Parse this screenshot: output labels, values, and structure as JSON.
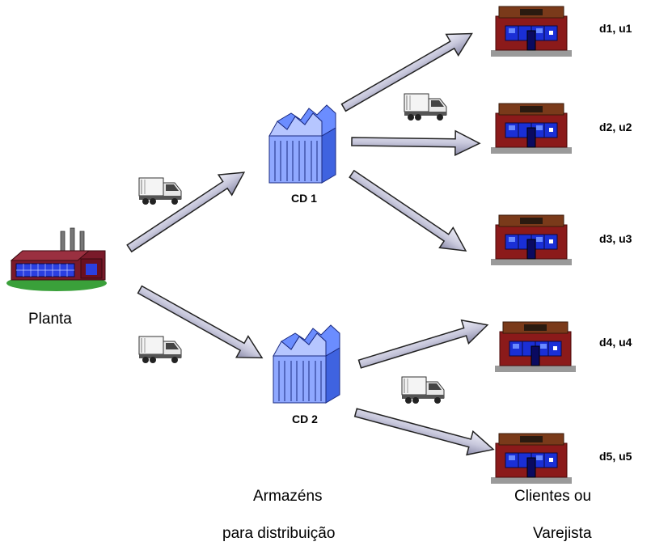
{
  "plant": {
    "label": "Planta"
  },
  "warehouses": [
    {
      "label": "CD 1"
    },
    {
      "label": "CD 2"
    }
  ],
  "stores": [
    {
      "label": "d1, u1"
    },
    {
      "label": "d2, u2"
    },
    {
      "label": "d3, u3"
    },
    {
      "label": "d4, u4"
    },
    {
      "label": "d5, u5"
    }
  ],
  "captions": {
    "warehouses_line1": "Armazéns",
    "warehouses_line2": "para distribuição",
    "customers_line1": "Clientes ou",
    "customers_line2": "Varejista"
  },
  "colors": {
    "arrow_fill_light": "#e4e4f4",
    "arrow_fill_dark": "#8a8aa8",
    "warehouse_blue": "#6b8dff",
    "store_brick": "#8b1a1a",
    "store_window": "#1a2fd6",
    "factory_roof": "#7a1a2a",
    "factory_ground": "#3aa03a"
  }
}
